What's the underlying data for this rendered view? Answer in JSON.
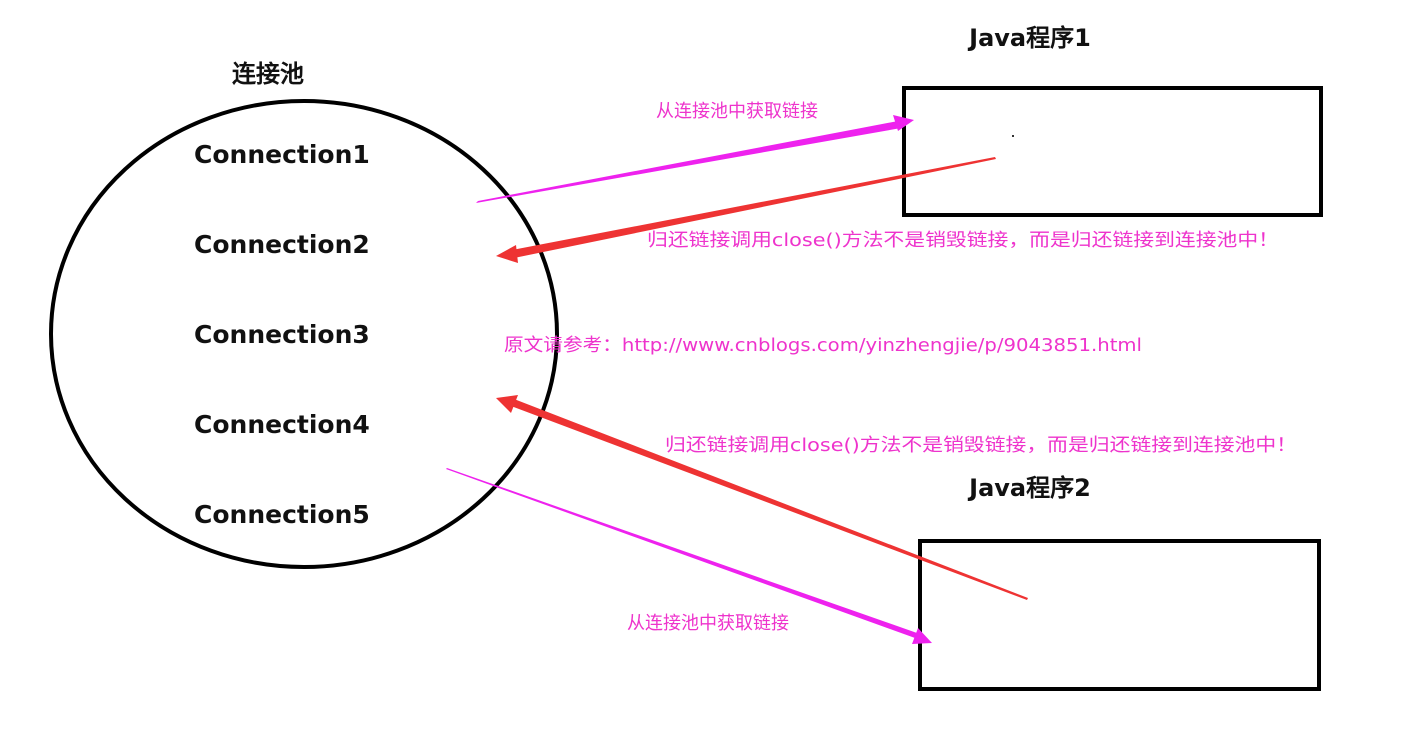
{
  "pool": {
    "title": "连接池",
    "connections": [
      "Connection1",
      "Connection2",
      "Connection3",
      "Connection4",
      "Connection5"
    ]
  },
  "programs": [
    {
      "title": "Java程序1"
    },
    {
      "title": "Java程序2"
    }
  ],
  "labels": {
    "get_top": "从连接池中获取链接",
    "return_top": "归还链接调用close()方法不是销毁链接，而是归还链接到连接池中！",
    "reference": "原文请参考：http://www.cnblogs.com/yinzhengjie/p/9043851.html",
    "return_bottom": "归还链接调用close()方法不是销毁链接，而是归还链接到连接池中！",
    "get_bottom": "从连接池中获取链接"
  },
  "colors": {
    "get_arrow": "#ee22ee",
    "return_arrow": "#ee3333",
    "label_text": "#ee33cc",
    "outline": "#000000"
  }
}
